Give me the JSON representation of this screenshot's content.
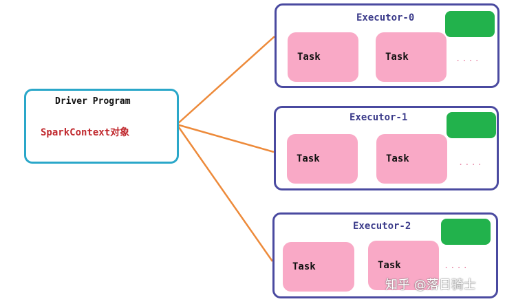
{
  "driver": {
    "title": "Driver Program",
    "spark_context": "SparkContext对象"
  },
  "executors": [
    {
      "title": "Executor-0",
      "tasks": [
        "Task",
        "Task"
      ],
      "more": "...."
    },
    {
      "title": "Executor-1",
      "tasks": [
        "Task",
        "Task"
      ],
      "more": "...."
    },
    {
      "title": "Executor-2",
      "tasks": [
        "Task",
        "Task"
      ],
      "more": "...."
    }
  ],
  "colors": {
    "driver_border": "#2aa7c9",
    "executor_border": "#4a4aa0",
    "task_fill": "#f9a9c6",
    "cache_fill": "#22b24c",
    "connector": "#ed8a3a",
    "spark_context_text": "#c0282d"
  },
  "watermark": "知乎 @落日骑士"
}
